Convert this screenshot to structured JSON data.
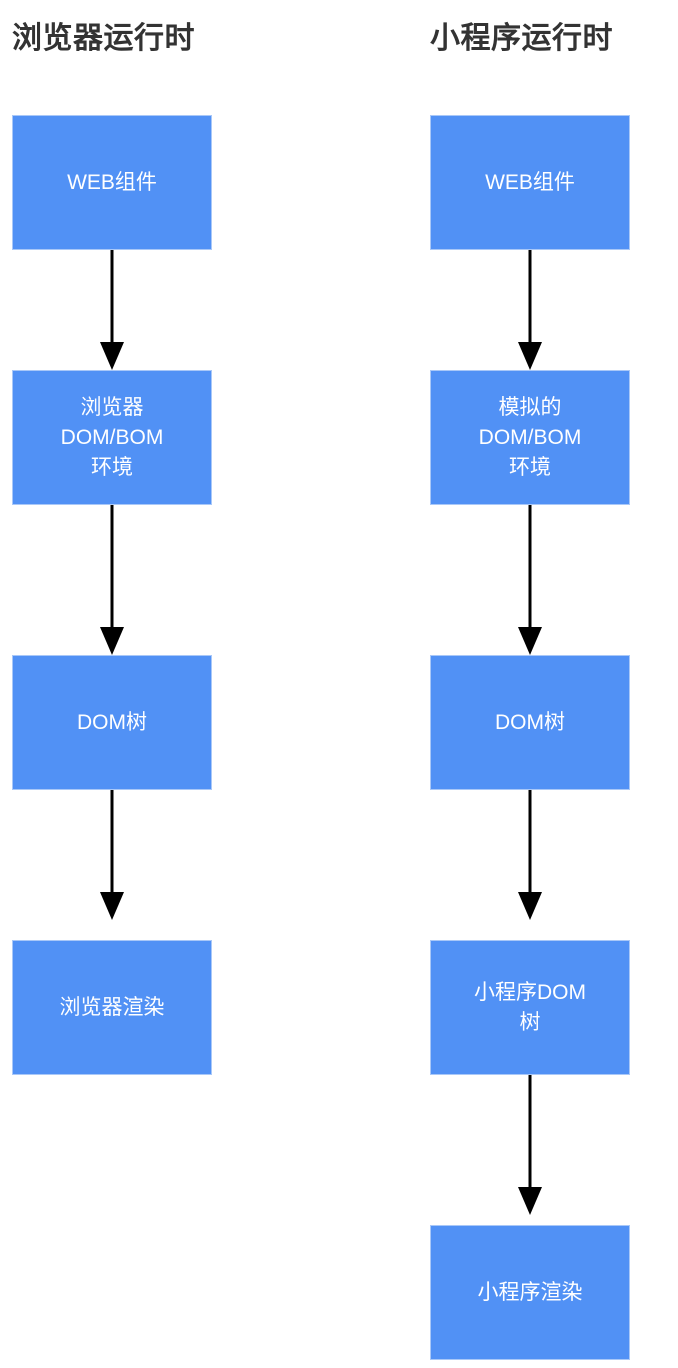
{
  "diagram": {
    "type": "flowchart",
    "orientation": "vertical",
    "columns": [
      {
        "id": "browser-runtime",
        "title": "浏览器运行时",
        "nodes": [
          {
            "id": "web-component",
            "label": "WEB组件"
          },
          {
            "id": "browser-dom-bom-env",
            "label": "浏览器\nDOM/BOM\n环境"
          },
          {
            "id": "dom-tree",
            "label": "DOM树"
          },
          {
            "id": "browser-render",
            "label": "浏览器渲染"
          }
        ],
        "connectors": [
          {
            "from": "web-component",
            "to": "browser-dom-bom-env",
            "kind": "arrow-down"
          },
          {
            "from": "browser-dom-bom-env",
            "to": "dom-tree",
            "kind": "arrow-down"
          },
          {
            "from": "dom-tree",
            "to": "browser-render",
            "kind": "arrow-down"
          }
        ]
      },
      {
        "id": "miniprogram-runtime",
        "title": "小程序运行时",
        "nodes": [
          {
            "id": "web-component-mp",
            "label": "WEB组件"
          },
          {
            "id": "simulated-dom-bom-env",
            "label": "模拟的\nDOM/BOM\n环境"
          },
          {
            "id": "dom-tree-mp",
            "label": "DOM树"
          },
          {
            "id": "miniprogram-dom-tree",
            "label": "小程序DOM\n树"
          },
          {
            "id": "miniprogram-render",
            "label": "小程序渲染"
          }
        ],
        "connectors": [
          {
            "from": "web-component-mp",
            "to": "simulated-dom-bom-env",
            "kind": "arrow-down"
          },
          {
            "from": "simulated-dom-bom-env",
            "to": "dom-tree-mp",
            "kind": "arrow-down"
          },
          {
            "from": "dom-tree-mp",
            "to": "miniprogram-dom-tree",
            "kind": "arrow-down"
          },
          {
            "from": "miniprogram-dom-tree",
            "to": "miniprogram-render",
            "kind": "arrow-down"
          }
        ]
      }
    ],
    "colors": {
      "node_fill": "#5191f5",
      "node_border": "#a9c8f8",
      "node_text": "#ffffff",
      "title_text": "#333333",
      "arrow": "#000000",
      "background": "#ffffff"
    }
  }
}
